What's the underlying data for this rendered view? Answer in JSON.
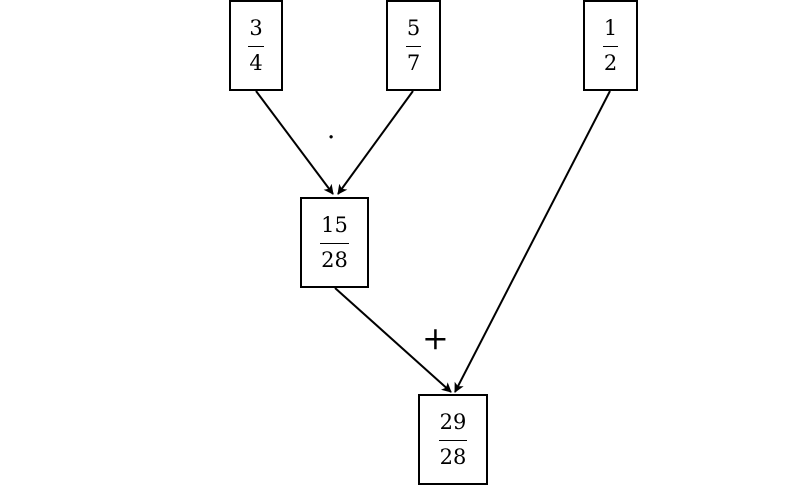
{
  "nodes": {
    "a": {
      "numerator": "3",
      "denominator": "4"
    },
    "b": {
      "numerator": "5",
      "denominator": "7"
    },
    "c": {
      "numerator": "1",
      "denominator": "2"
    },
    "product": {
      "numerator": "15",
      "denominator": "28"
    },
    "sum": {
      "numerator": "29",
      "denominator": "28"
    }
  },
  "operators": {
    "multiply": "·",
    "add": "+"
  }
}
